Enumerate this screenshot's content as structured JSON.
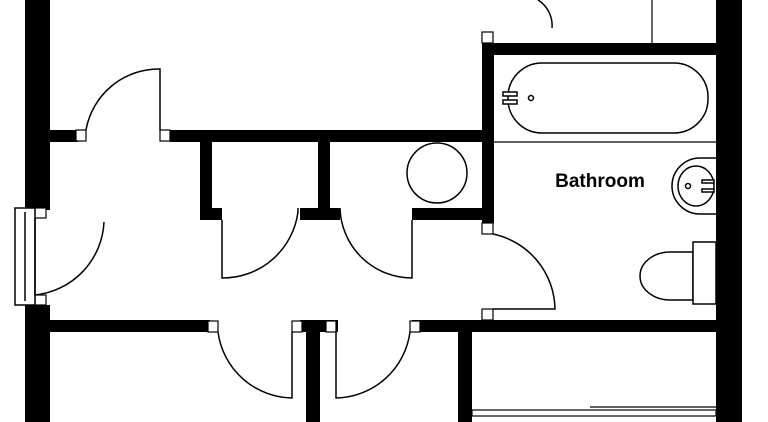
{
  "floorplan": {
    "rooms": [
      {
        "id": "bathroom",
        "label": "Bathroom"
      }
    ],
    "fixtures": [
      "bathtub",
      "washbasin",
      "toilet",
      "round-water-heater"
    ],
    "colors": {
      "wall": "#000000",
      "line": "#000000",
      "background": "#ffffff"
    }
  }
}
